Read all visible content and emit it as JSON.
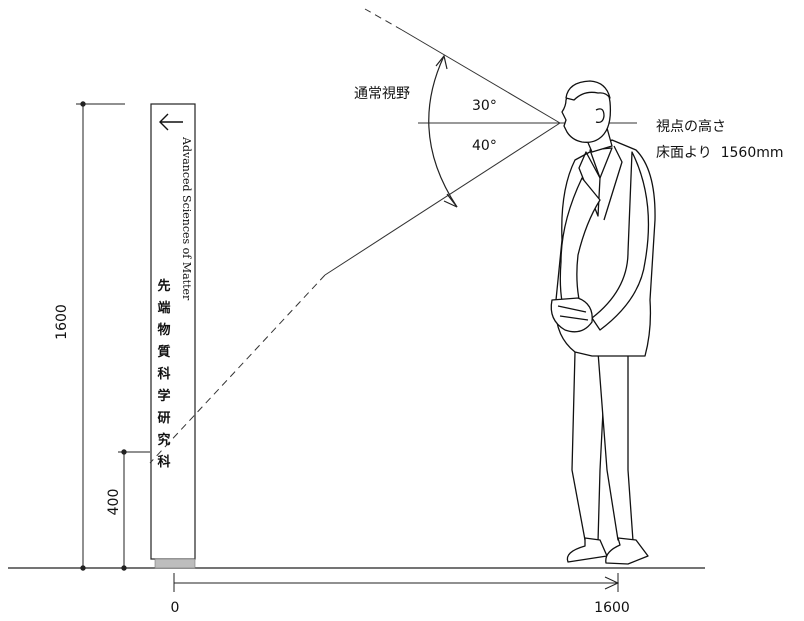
{
  "sign": {
    "arrow": "←",
    "english": "Advanced Sciences of Matter",
    "japanese_chars": [
      "先",
      "端",
      "物",
      "質",
      "科",
      "学",
      "研",
      "究",
      "科"
    ]
  },
  "dimensions": {
    "sign_height": "1600",
    "lower_mark": "400",
    "distance_start": "0",
    "distance_end": "1600"
  },
  "vision": {
    "title": "通常視野",
    "up_angle": "30°",
    "down_angle": "40°",
    "eye_label_line1": "視点の高さ",
    "eye_label_line2": "床面より  1560mm"
  }
}
